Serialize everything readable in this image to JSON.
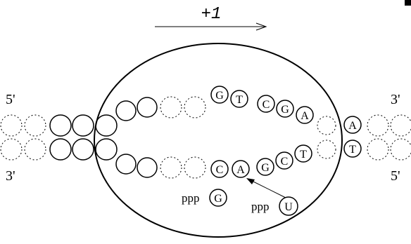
{
  "direction_label": "+1",
  "end_labels": {
    "top_left": "5'",
    "top_right": "3'",
    "bottom_left": "3'",
    "bottom_right": "5'"
  },
  "top_strand_letters": [
    "G",
    "T",
    "C",
    "G",
    "A",
    "A"
  ],
  "bottom_strand_letters": [
    "C",
    "A",
    "G",
    "C",
    "T",
    "T"
  ],
  "nucleotides": {
    "ppp_g": {
      "prefix": "ppp",
      "letter": "G"
    },
    "ppp_u": {
      "prefix": "ppp",
      "letter": "U"
    }
  }
}
